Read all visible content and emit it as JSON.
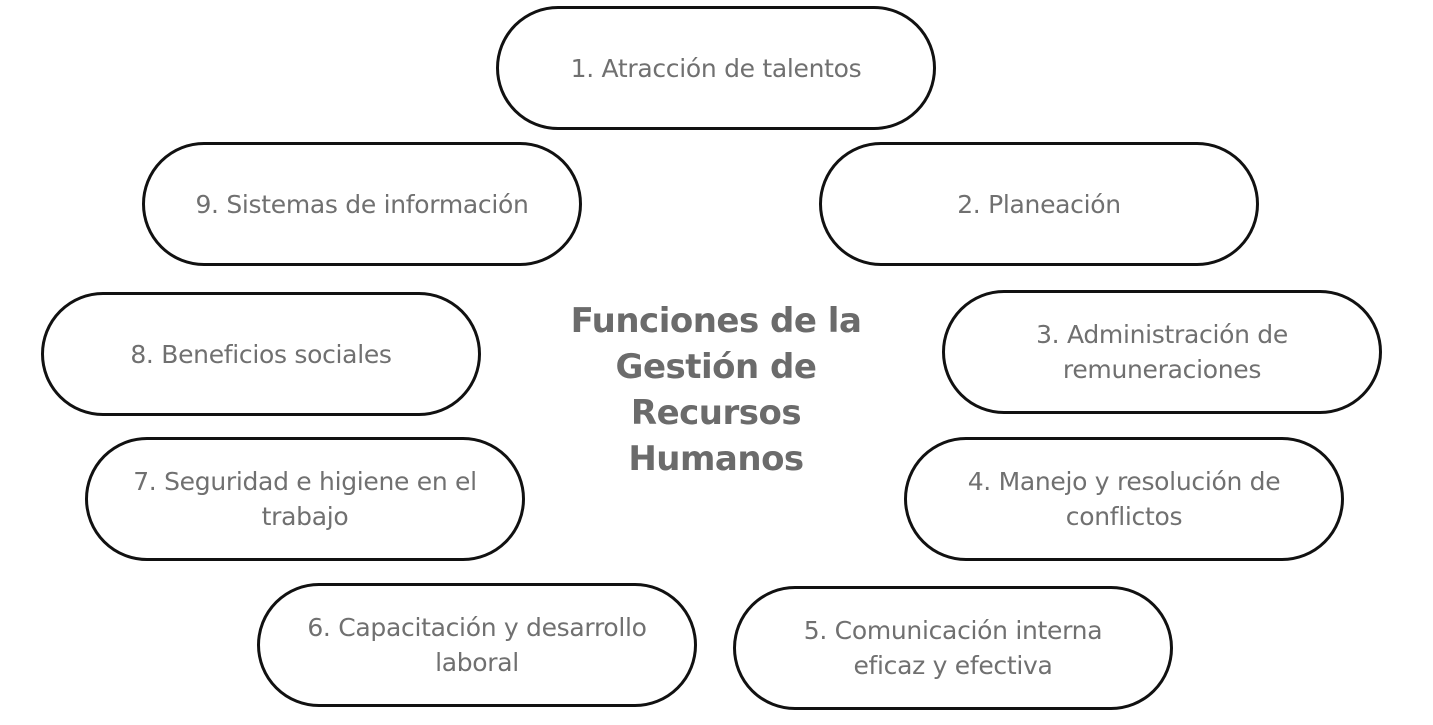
{
  "diagram": {
    "title_lines": [
      "Funciones de la",
      "Gestión de",
      "Recursos",
      "Humanos"
    ],
    "colors": {
      "border": "#111111",
      "node_text": "#707070",
      "title_text": "#6b6b6b",
      "background": "#ffffff"
    },
    "nodes": [
      {
        "label": "1. Atracción de talentos"
      },
      {
        "label": "2. Planeación"
      },
      {
        "label": "3. Administración de remuneraciones"
      },
      {
        "label": "4. Manejo y resolución de conflictos"
      },
      {
        "label": "5. Comunicación interna eficaz y efectiva"
      },
      {
        "label": "6. Capacitación y desarrollo laboral"
      },
      {
        "label": "7. Seguridad e higiene en el trabajo"
      },
      {
        "label": "8. Beneficios sociales"
      },
      {
        "label": "9. Sistemas de información"
      }
    ]
  }
}
